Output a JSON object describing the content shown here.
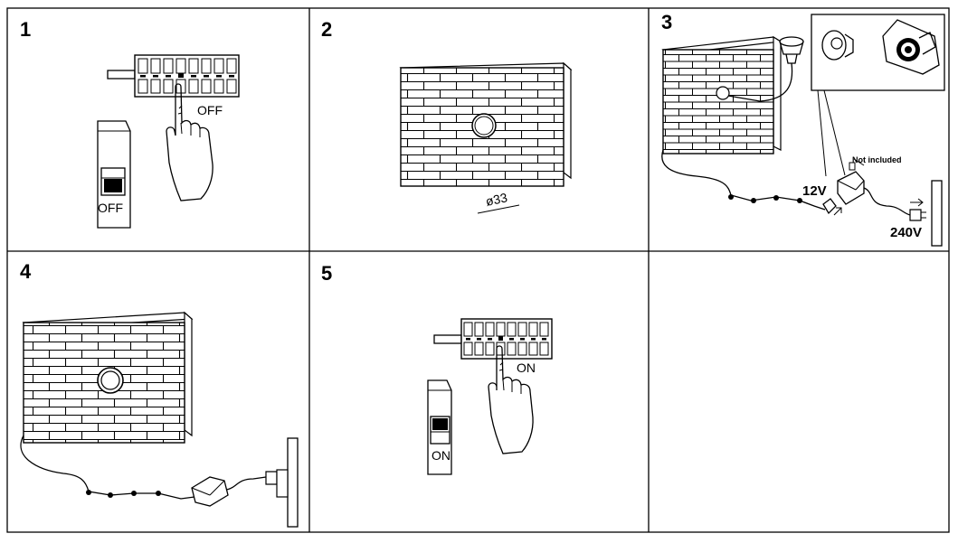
{
  "steps": [
    {
      "number": "1",
      "switch_label": "OFF",
      "breaker_label": "OFF"
    },
    {
      "number": "2",
      "hole_label": "ø33"
    },
    {
      "number": "3",
      "not_included_label": "Not included",
      "low_voltage_label": "12V",
      "mains_label": "240V"
    },
    {
      "number": "4"
    },
    {
      "number": "5",
      "switch_label": "ON",
      "breaker_label": "ON"
    }
  ]
}
